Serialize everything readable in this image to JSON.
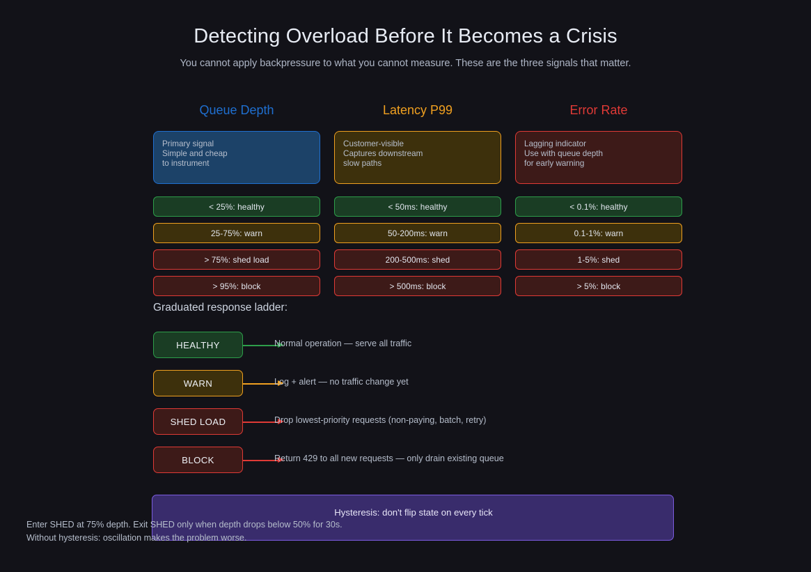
{
  "header": {
    "title": "Detecting Overload Before It Becomes a Crisis",
    "subtitle": "You cannot apply backpressure to what you cannot measure. These are the three signals that matter."
  },
  "palette": {
    "background": "#121218",
    "blue_accent": "#1f6fd0",
    "amber_accent": "#f0a020",
    "red_accent": "#e03a36",
    "green_accent": "#2d9e4a",
    "purple_accent": "#7c5ce0",
    "blue_fill": "#1c4268",
    "amber_fill": "#3d300c",
    "red_fill": "#3d1a18",
    "green_fill": "#1a3d24",
    "purple_fill": "#392c6c",
    "body_text": "#b5bdcb",
    "heading_text": "#e8ecf4"
  },
  "signals": [
    {
      "name": "Queue Depth",
      "accent": "#1f6fd0",
      "fill": "#1c4268",
      "card_lines": [
        "Primary signal",
        "Simple and cheap",
        "to instrument"
      ],
      "thresholds": [
        {
          "label": "< 25%: healthy",
          "level": "healthy"
        },
        {
          "label": "25-75%: warn",
          "level": "warn"
        },
        {
          "label": "> 75%: shed load",
          "level": "shed"
        },
        {
          "label": "> 95%: block",
          "level": "block"
        }
      ]
    },
    {
      "name": "Latency P99",
      "accent": "#f0a020",
      "fill": "#3d300c",
      "card_lines": [
        "Customer-visible",
        "Captures downstream",
        "slow paths"
      ],
      "thresholds": [
        {
          "label": "< 50ms: healthy",
          "level": "healthy"
        },
        {
          "label": "50-200ms: warn",
          "level": "warn"
        },
        {
          "label": "200-500ms: shed",
          "level": "shed"
        },
        {
          "label": "> 500ms: block",
          "level": "block"
        }
      ]
    },
    {
      "name": "Error Rate",
      "accent": "#e03a36",
      "fill": "#3d1a18",
      "card_lines": [
        "Lagging indicator",
        "Use with queue depth",
        "for early warning"
      ],
      "thresholds": [
        {
          "label": "< 0.1%: healthy",
          "level": "healthy"
        },
        {
          "label": "0.1-1%: warn",
          "level": "warn"
        },
        {
          "label": "1-5%: shed",
          "level": "shed"
        },
        {
          "label": "> 5%: block",
          "level": "block"
        }
      ]
    }
  ],
  "ladder": {
    "title": "Graduated response ladder:",
    "steps": [
      {
        "state": "HEALTHY",
        "description": "Normal operation — serve all traffic",
        "accent": "#2d9e4a",
        "fill": "#1a3d24"
      },
      {
        "state": "WARN",
        "description": "Log + alert — no traffic change yet",
        "accent": "#f0a020",
        "fill": "#3d300c"
      },
      {
        "state": "SHED LOAD",
        "description": "Drop lowest-priority requests (non-paying, batch, retry)",
        "accent": "#e03a36",
        "fill": "#3d1a18"
      },
      {
        "state": "BLOCK",
        "description": "Return 429 to all new requests — only drain existing queue",
        "accent": "#e03a36",
        "fill": "#3d1a18"
      }
    ]
  },
  "hysteresis": {
    "title": "Hysteresis: don't flip state on every tick",
    "notes": [
      "Enter SHED at 75% depth. Exit SHED only when depth drops below 50% for 30s.",
      "Without hysteresis: oscillation makes the problem worse."
    ]
  }
}
